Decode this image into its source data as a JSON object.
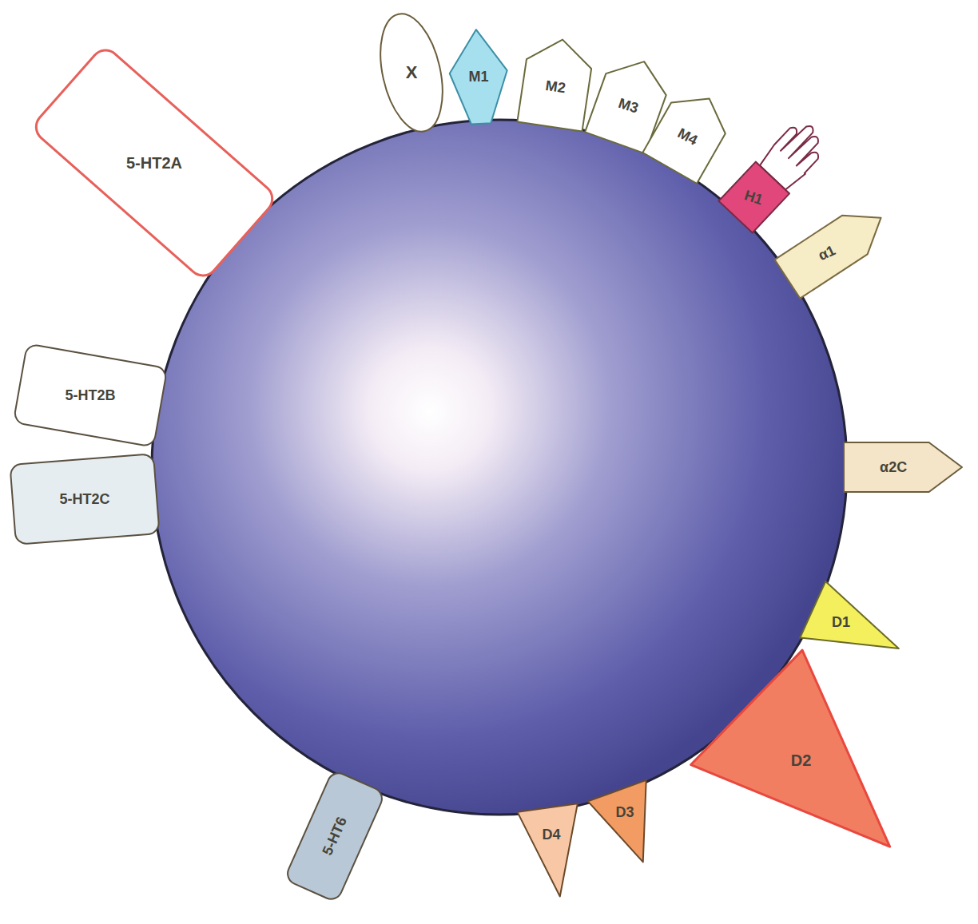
{
  "diagram": {
    "nodes": [
      {
        "text": [
          "5-HT2A"
        ]
      },
      {
        "text": [
          "X"
        ]
      },
      {
        "text": [
          "M1"
        ]
      },
      {
        "text": [
          "M2"
        ]
      },
      {
        "text": [
          "M3"
        ]
      },
      {
        "text": [
          "M4"
        ]
      },
      {
        "text": [
          "H1"
        ]
      },
      {
        "text": [
          "α1"
        ]
      },
      {
        "text": [
          "α2C"
        ]
      },
      {
        "text": [
          "D1"
        ]
      },
      {
        "text": [
          "D2"
        ]
      },
      {
        "text": [
          "D3"
        ]
      },
      {
        "text": [
          "D4"
        ]
      },
      {
        "text": [
          "5-HT6"
        ]
      },
      {
        "text": [
          "5-HT2C"
        ]
      },
      {
        "text": [
          "5-HT2B"
        ]
      }
    ]
  }
}
